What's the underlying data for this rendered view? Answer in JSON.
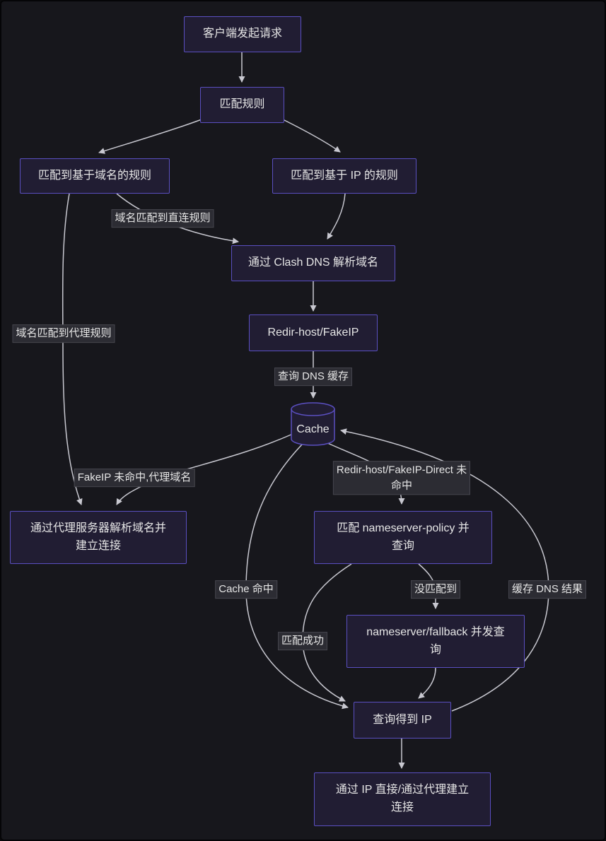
{
  "colors": {
    "background": "#17171c",
    "node_fill": "#211d33",
    "node_border": "#5a4fc0",
    "edge_stroke": "#c8c8d0",
    "edge_label_bg": "#2c2c33",
    "text": "#e6e6e6"
  },
  "nodes": {
    "client_request": {
      "label": "客户端发起请求"
    },
    "match_rule": {
      "label": "匹配规则"
    },
    "domain_rule": {
      "label": "匹配到基于域名的规则"
    },
    "ip_rule": {
      "label": "匹配到基于 IP 的规则"
    },
    "clash_dns": {
      "label": "通过 Clash DNS 解析域名"
    },
    "redir_host": {
      "label": "Redir-host/FakeIP"
    },
    "cache": {
      "label": "Cache"
    },
    "proxy_resolve": {
      "label": "通过代理服务器解析域名并\n建立连接"
    },
    "nameserver_policy": {
      "label": "匹配 nameserver-policy 并\n查询"
    },
    "nameserver_fallback": {
      "label": "nameserver/fallback 并发查\n询"
    },
    "got_ip": {
      "label": "查询得到 IP"
    },
    "connect": {
      "label": "通过 IP 直接/通过代理建立\n连接"
    }
  },
  "edge_labels": {
    "domain_direct": "域名匹配到直连规则",
    "domain_proxy": "域名匹配到代理规则",
    "query_dns_cache": "查询 DNS 缓存",
    "fakeip_miss": "FakeIP 未命中,代理域名",
    "redir_miss": "Redir-host/FakeIP-Direct 未\n命中",
    "cache_hit": "Cache 命中",
    "no_match": "没匹配到",
    "match_ok": "匹配成功",
    "cache_result": "缓存 DNS 结果"
  }
}
